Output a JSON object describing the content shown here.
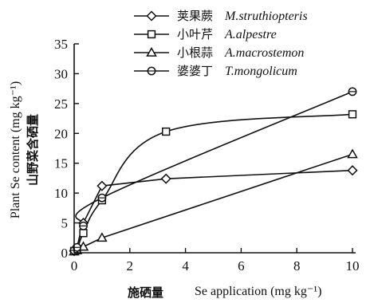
{
  "chart_data": {
    "type": "line",
    "xlabel_cn": "施硒量",
    "xlabel": "Se application (mg kg⁻¹)",
    "ylabel": "Plant Se content (mg kg⁻¹)",
    "ylabel_cn": "山野菜含硒量",
    "xlim": [
      0,
      10
    ],
    "ylim": [
      0,
      35
    ],
    "xticks": [
      0,
      2,
      4,
      6,
      8,
      10
    ],
    "yticks": [
      0,
      5,
      10,
      15,
      20,
      25,
      30,
      35
    ],
    "grid": false,
    "legend_position": "top",
    "series": [
      {
        "name": "荚果蕨",
        "latin": "M.struthiopteris",
        "marker": "diamond",
        "x": [
          0,
          0.1,
          0.33,
          1,
          3.3,
          10
        ],
        "y": [
          0.3,
          0.8,
          5,
          11.2,
          12.4,
          13.8
        ]
      },
      {
        "name": "小叶芹",
        "latin": "A.alpestre",
        "marker": "square",
        "x": [
          0,
          0.1,
          0.33,
          1,
          3.3,
          10
        ],
        "y": [
          0.3,
          0.6,
          3.3,
          8.8,
          20.3,
          23.2
        ]
      },
      {
        "name": "小根蒜",
        "latin": "A.macrostemon",
        "marker": "triangle",
        "x": [
          0,
          0.1,
          0.33,
          1,
          10
        ],
        "y": [
          0.2,
          0.4,
          1.0,
          2.5,
          16.5
        ]
      },
      {
        "name": "婆婆丁",
        "latin": "T.mongolicum",
        "marker": "circle",
        "x": [
          0,
          0.1,
          0.33,
          1,
          10
        ],
        "y": [
          0.4,
          0.9,
          4.5,
          9.2,
          27.0
        ]
      }
    ]
  }
}
